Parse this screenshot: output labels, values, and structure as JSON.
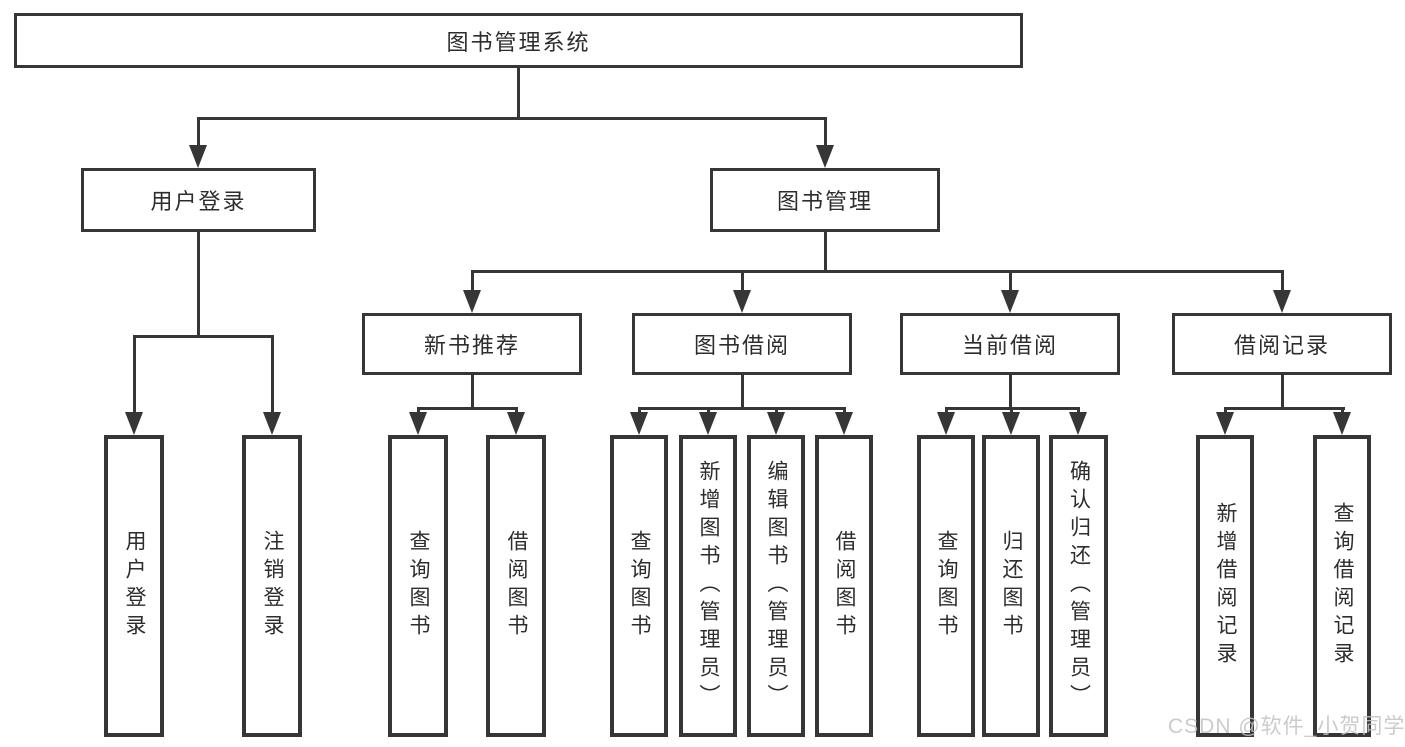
{
  "diagram": {
    "root": "图书管理系统",
    "branches": [
      {
        "label": "用户登录",
        "children": [
          {
            "label": "用户登录"
          },
          {
            "label": "注销登录"
          }
        ]
      },
      {
        "label": "图书管理",
        "children": [
          {
            "label": "新书推荐",
            "children": [
              {
                "label": "查询图书"
              },
              {
                "label": "借阅图书"
              }
            ]
          },
          {
            "label": "图书借阅",
            "children": [
              {
                "label": "查询图书"
              },
              {
                "label": "新增图书（管理员）"
              },
              {
                "label": "编辑图书（管理员）"
              },
              {
                "label": "借阅图书"
              }
            ]
          },
          {
            "label": "当前借阅",
            "children": [
              {
                "label": "查询图书"
              },
              {
                "label": "归还图书"
              },
              {
                "label": "确认归还（管理员）"
              }
            ]
          },
          {
            "label": "借阅记录",
            "children": [
              {
                "label": "新增借阅记录"
              },
              {
                "label": "查询借阅记录"
              }
            ]
          }
        ]
      }
    ]
  },
  "watermark": {
    "text": "CSDN @软件_小贺同学"
  },
  "colors": {
    "line": "#363636",
    "text": "#2d2d2d",
    "background": "#ffffff",
    "watermark": "#c3c3c3"
  }
}
